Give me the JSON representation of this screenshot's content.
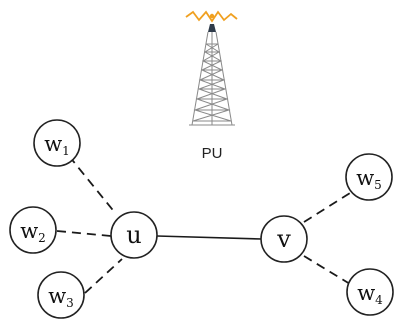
{
  "diagram": {
    "primary_user": {
      "label": "PU",
      "icon": "cell-tower-icon"
    },
    "nodes": {
      "u": {
        "label": "u"
      },
      "v": {
        "label": "v"
      },
      "w1": {
        "letter": "w",
        "sub": "1"
      },
      "w2": {
        "letter": "w",
        "sub": "2"
      },
      "w3": {
        "letter": "w",
        "sub": "3"
      },
      "w4": {
        "letter": "w",
        "sub": "4"
      },
      "w5": {
        "letter": "w",
        "sub": "5"
      }
    },
    "edges": [
      {
        "from": "u",
        "to": "v",
        "style": "solid"
      },
      {
        "from": "u",
        "to": "w1",
        "style": "dashed"
      },
      {
        "from": "u",
        "to": "w2",
        "style": "dashed"
      },
      {
        "from": "u",
        "to": "w3",
        "style": "dashed"
      },
      {
        "from": "v",
        "to": "w4",
        "style": "dashed"
      },
      {
        "from": "v",
        "to": "w5",
        "style": "dashed"
      }
    ],
    "colors": {
      "signal": "#f0a020",
      "tower_top": "#2f3b4a",
      "tower_body": "#8a8a8a"
    }
  }
}
